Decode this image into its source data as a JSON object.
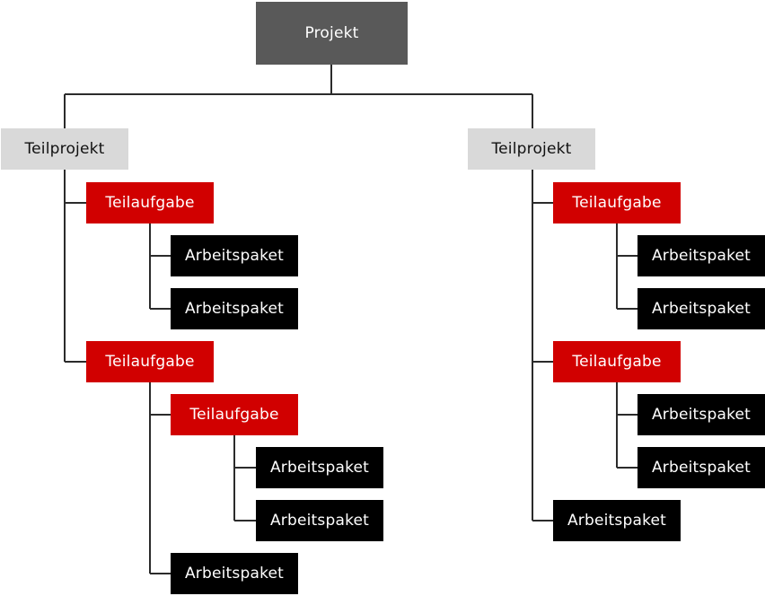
{
  "colors": {
    "root": "#595959",
    "subproject": "#d9d9d9",
    "task": "#d10000",
    "package": "#000000",
    "connector": "#2b2b2b"
  },
  "root": {
    "label": "Projekt"
  },
  "left": {
    "subproject": "Teilprojekt",
    "task1": {
      "label": "Teilaufgabe",
      "packages": [
        "Arbeitspaket",
        "Arbeitspaket"
      ]
    },
    "task2": {
      "label": "Teilaufgabe",
      "subtask": {
        "label": "Teilaufgabe",
        "packages": [
          "Arbeitspaket",
          "Arbeitspaket"
        ]
      },
      "package": "Arbeitspaket"
    }
  },
  "right": {
    "subproject": "Teilprojekt",
    "task1": {
      "label": "Teilaufgabe",
      "packages": [
        "Arbeitspaket",
        "Arbeitspaket"
      ]
    },
    "task2": {
      "label": "Teilaufgabe",
      "packages": [
        "Arbeitspaket",
        "Arbeitspaket"
      ]
    },
    "package": "Arbeitspaket"
  }
}
